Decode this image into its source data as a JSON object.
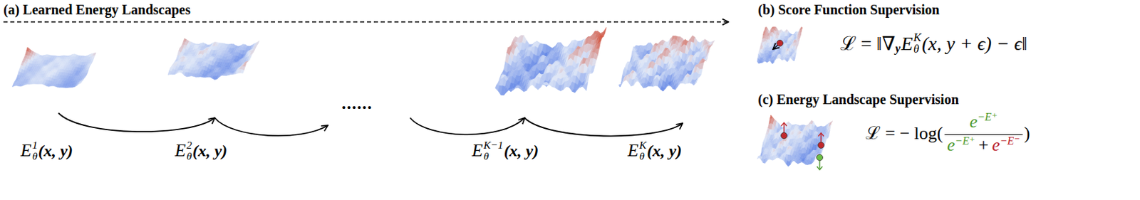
{
  "diagram": {
    "nodes": [
      {
        "text": [
          "E",
          "1",
          "θ",
          "(x, y)"
        ]
      },
      {
        "text": [
          "E",
          "2",
          "θ",
          "(x, y)"
        ]
      },
      {
        "text": [
          "E",
          "K−1",
          "θ",
          "(x, y)"
        ]
      },
      {
        "text": [
          "E",
          "K",
          "θ",
          "(x, y)"
        ]
      }
    ],
    "edges": [
      {
        "from": 0,
        "to": 1,
        "arrow": "to"
      },
      {
        "from": 2,
        "to": 3,
        "arrow": "to"
      }
    ],
    "labels": [
      "(a) Learned Energy Landscapes",
      "......",
      "(b) Score Function Supervision",
      "ℒ = ‖∇",
      "y",
      "E",
      "K",
      "θ",
      "(x, y + ϵ) − ϵ‖",
      "(c) Energy Landscape Supervision",
      "ℒ = − log(",
      "e",
      "−E⁺",
      "e",
      "−E⁺",
      "+",
      "e",
      "−E⁻",
      ")"
    ]
  }
}
